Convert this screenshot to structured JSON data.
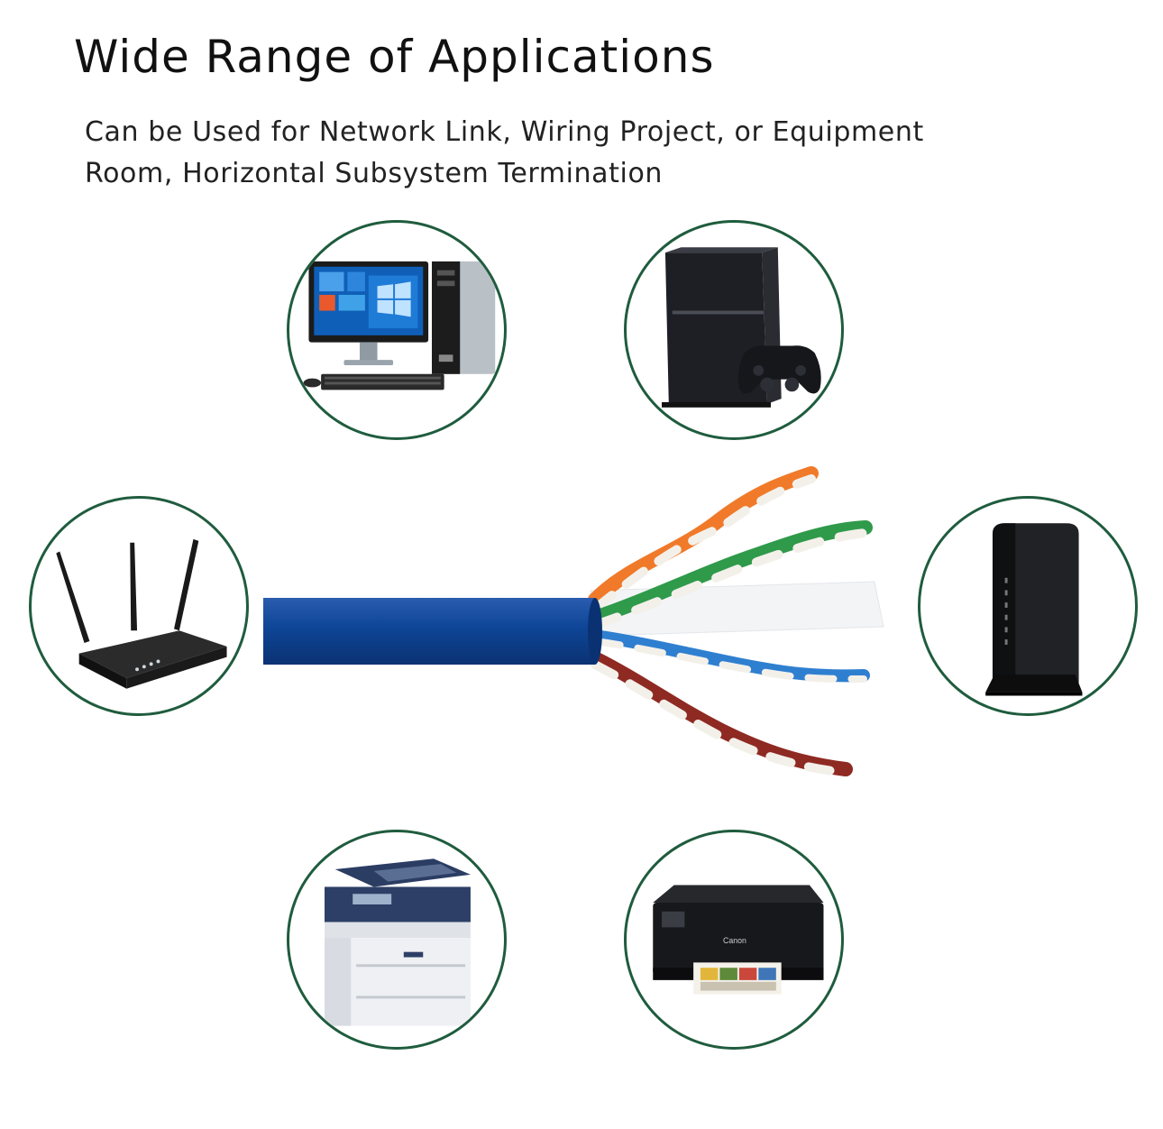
{
  "header": {
    "title": "Wide Range of Applications",
    "subtitle": "Can be Used for Network Link, Wiring Project, or Equipment Room, Horizontal Subsystem Termination"
  },
  "devices": [
    {
      "icon": "desktop-computer-icon"
    },
    {
      "icon": "game-console-icon"
    },
    {
      "icon": "wifi-router-icon"
    },
    {
      "icon": "modem-icon"
    },
    {
      "icon": "multifunction-printer-icon"
    },
    {
      "icon": "inkjet-printer-icon"
    }
  ],
  "colors": {
    "circle_border": "#1f5c3e",
    "cable_jacket": "#0e4596",
    "pair_orange": "#f07a2a",
    "pair_green": "#2f9a4a",
    "pair_blue": "#2f7fd0",
    "pair_brown": "#8e2a22"
  },
  "branding": {
    "printer_brand": "Canon"
  }
}
